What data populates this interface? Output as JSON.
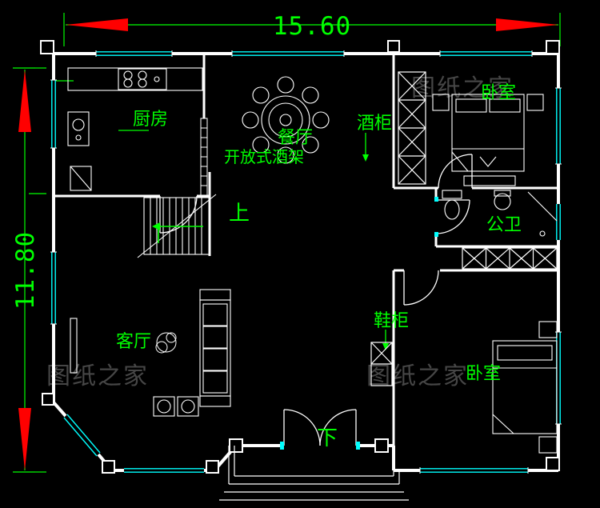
{
  "palette": {
    "background": "#000000",
    "walls": "#ffffff",
    "windows_doors": "#00ffff",
    "dimensions_text": "#00ff00",
    "arrows": "#ff0000",
    "watermark": "#4e4e4e"
  },
  "dimensions": {
    "width_label": "15.60",
    "height_label": "11.80"
  },
  "rooms": [
    {
      "id": "kitchen",
      "label": "厨房"
    },
    {
      "id": "dining",
      "label": "餐厅"
    },
    {
      "id": "open-wine-rack",
      "label": "开放式酒架"
    },
    {
      "id": "wine-cabinet",
      "label": "酒柜"
    },
    {
      "id": "bedroom-top",
      "label": "卧室"
    },
    {
      "id": "bathroom",
      "label": "公卫"
    },
    {
      "id": "stairs-up",
      "label": "上"
    },
    {
      "id": "shoe-cabinet",
      "label": "鞋柜"
    },
    {
      "id": "living-room",
      "label": "客厅"
    },
    {
      "id": "bedroom-bottom",
      "label": "卧室"
    },
    {
      "id": "entrance-down",
      "label": "下"
    }
  ],
  "watermark": {
    "text": "图纸之家"
  }
}
